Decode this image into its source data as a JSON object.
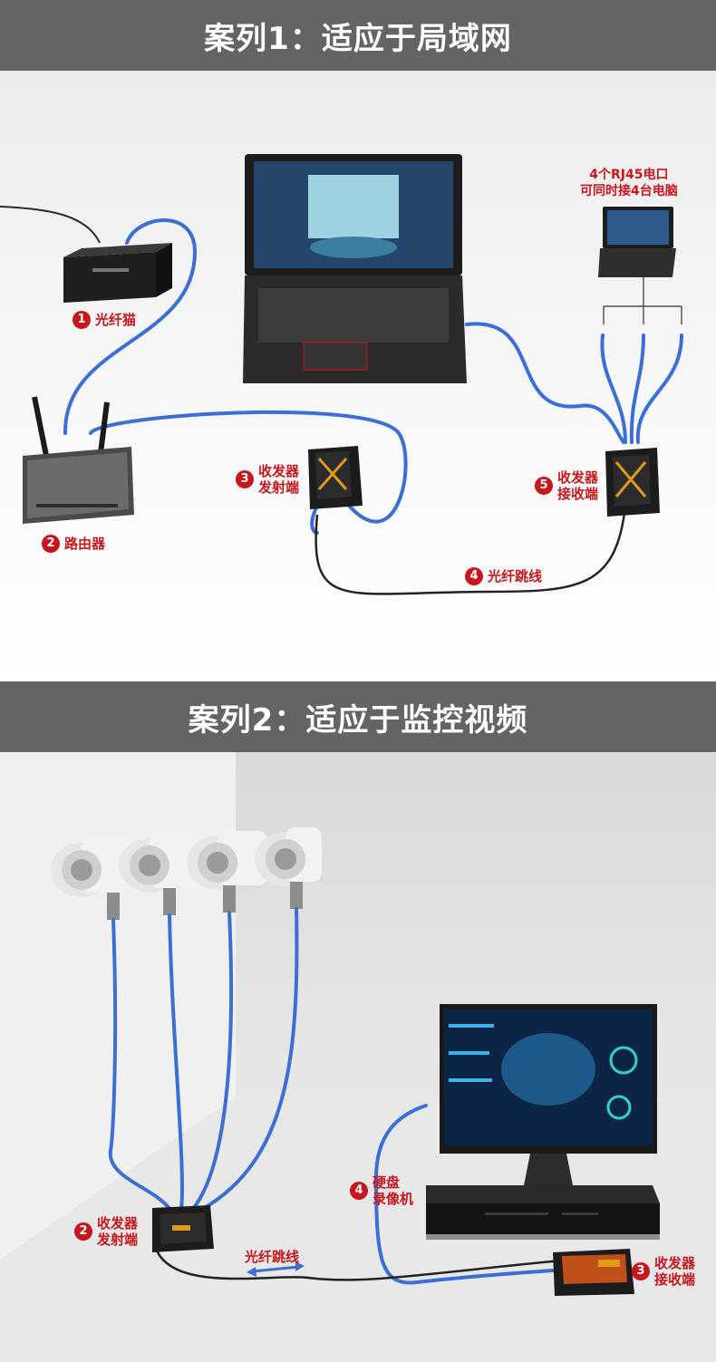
{
  "case1": {
    "title": "案列1：适应于局域网",
    "laptop_note": [
      "4个RJ45电口",
      "可同时接4台电脑"
    ],
    "labels": [
      {
        "num": "1",
        "lines": [
          "光纤猫"
        ]
      },
      {
        "num": "2",
        "lines": [
          "路由器"
        ]
      },
      {
        "num": "3",
        "lines": [
          "收发器",
          "发射端"
        ]
      },
      {
        "num": "4",
        "lines": [
          "光纤跳线"
        ]
      },
      {
        "num": "5",
        "lines": [
          "收发器",
          "接收端"
        ]
      }
    ]
  },
  "case2": {
    "title": "案列2：适应于监控视频",
    "fiber_label": "光纤跳线",
    "labels": [
      {
        "num": "2",
        "lines": [
          "收发器",
          "发射端"
        ]
      },
      {
        "num": "4",
        "lines": [
          "硬盘",
          "录像机"
        ]
      },
      {
        "num": "3",
        "lines": [
          "收发器",
          "接收端"
        ]
      }
    ]
  },
  "colors": {
    "banner_bg": "#646464",
    "label_red": "#c8161d",
    "cable_blue": "#3a6fd8",
    "fiber_black": "#222222"
  }
}
